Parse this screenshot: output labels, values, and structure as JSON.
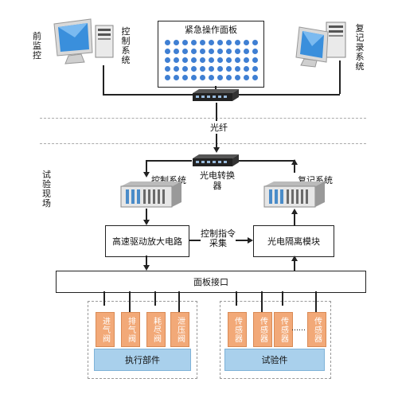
{
  "zones": {
    "upper": "前监控",
    "lower": "试验现场"
  },
  "panel": {
    "title": "紧急操作面板"
  },
  "upper_left_pc_label": "控制系统",
  "upper_right_pc_label": "复记录系统",
  "fiber_label": "光纤",
  "converter_label": "光电转换器",
  "control_system_label": "控制系统",
  "record_system_label": "复记系统",
  "amplifier_label": "高速驱动放大电路",
  "isolation_label": "光电隔离模块",
  "cmd_label": "控制指令采集",
  "interface_label": "面板接口",
  "actuators": [
    "进气阀",
    "排气阀",
    "耗尽阀",
    "泄压阀"
  ],
  "actuator_group_label": "执行部件",
  "sensors": [
    "传感器",
    "传感器",
    "传感器",
    "传感器"
  ],
  "sensor_group_label": "试验件",
  "ellipsis": "……"
}
